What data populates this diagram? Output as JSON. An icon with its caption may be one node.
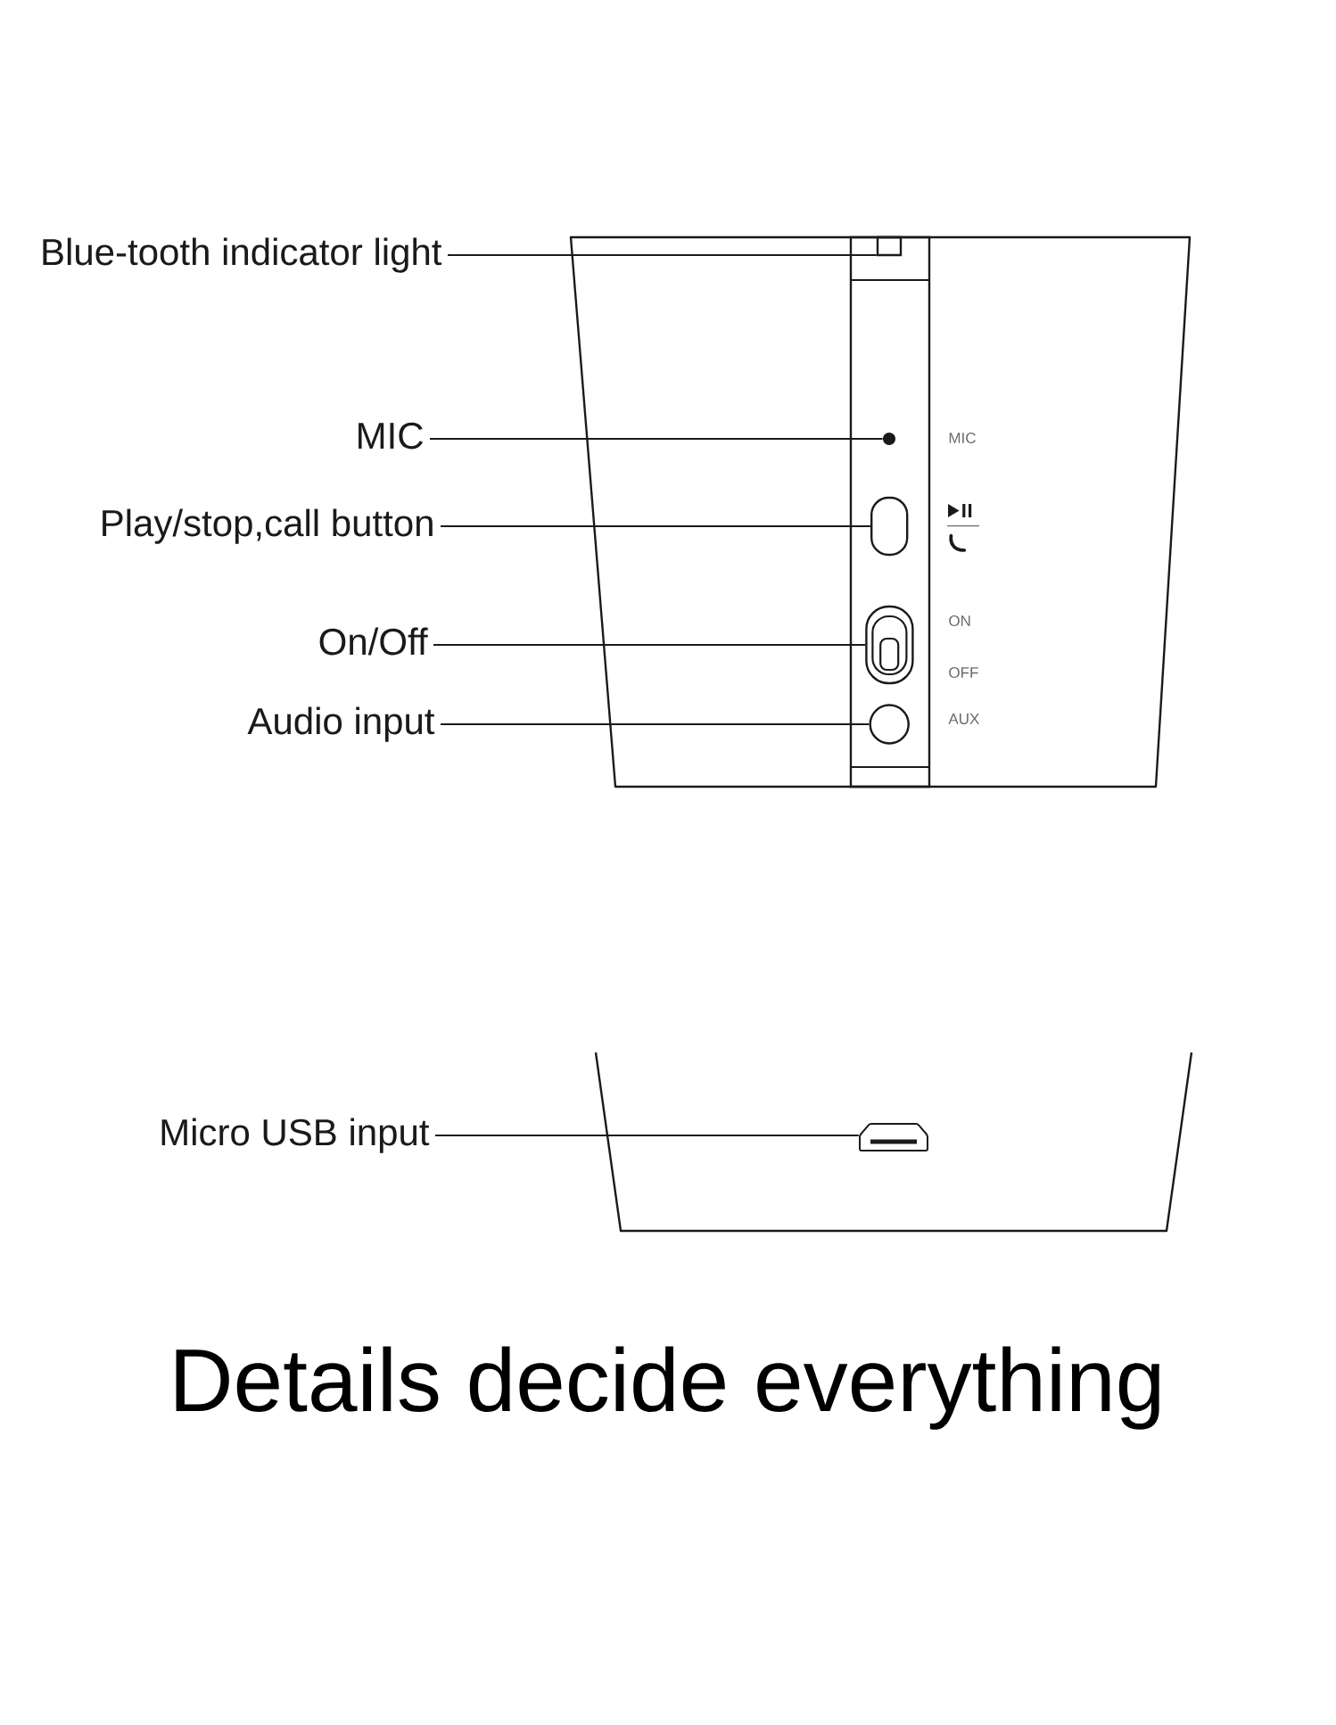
{
  "diagram": {
    "caption": "Details decide everything",
    "nodes": [
      {
        "text": [
          "Blue-tooth indicator light"
        ]
      },
      {
        "text": [],
        "shape": "box"
      },
      {
        "text": [
          "MIC"
        ]
      },
      {
        "text": [],
        "shape": "dot"
      },
      {
        "text": [
          "Play/stop,call button"
        ]
      },
      {
        "text": [],
        "shape": "box"
      },
      {
        "text": [
          "On/Off"
        ]
      },
      {
        "text": [],
        "shape": "box"
      },
      {
        "text": [
          "Audio input"
        ]
      },
      {
        "text": [],
        "shape": "circle"
      },
      {
        "text": [
          "Micro USB input"
        ]
      },
      {
        "text": [],
        "shape": "box"
      }
    ],
    "edges": [
      {
        "from": 0,
        "to": 1,
        "arrow": "none"
      },
      {
        "from": 2,
        "to": 3,
        "arrow": "none"
      },
      {
        "from": 4,
        "to": 5,
        "arrow": "none"
      },
      {
        "from": 6,
        "to": 7,
        "arrow": "none"
      },
      {
        "from": 8,
        "to": 9,
        "arrow": "none"
      },
      {
        "from": 10,
        "to": 11,
        "arrow": "none"
      }
    ],
    "labels": [
      "MIC",
      "ON",
      "OFF",
      "AUX"
    ]
  }
}
